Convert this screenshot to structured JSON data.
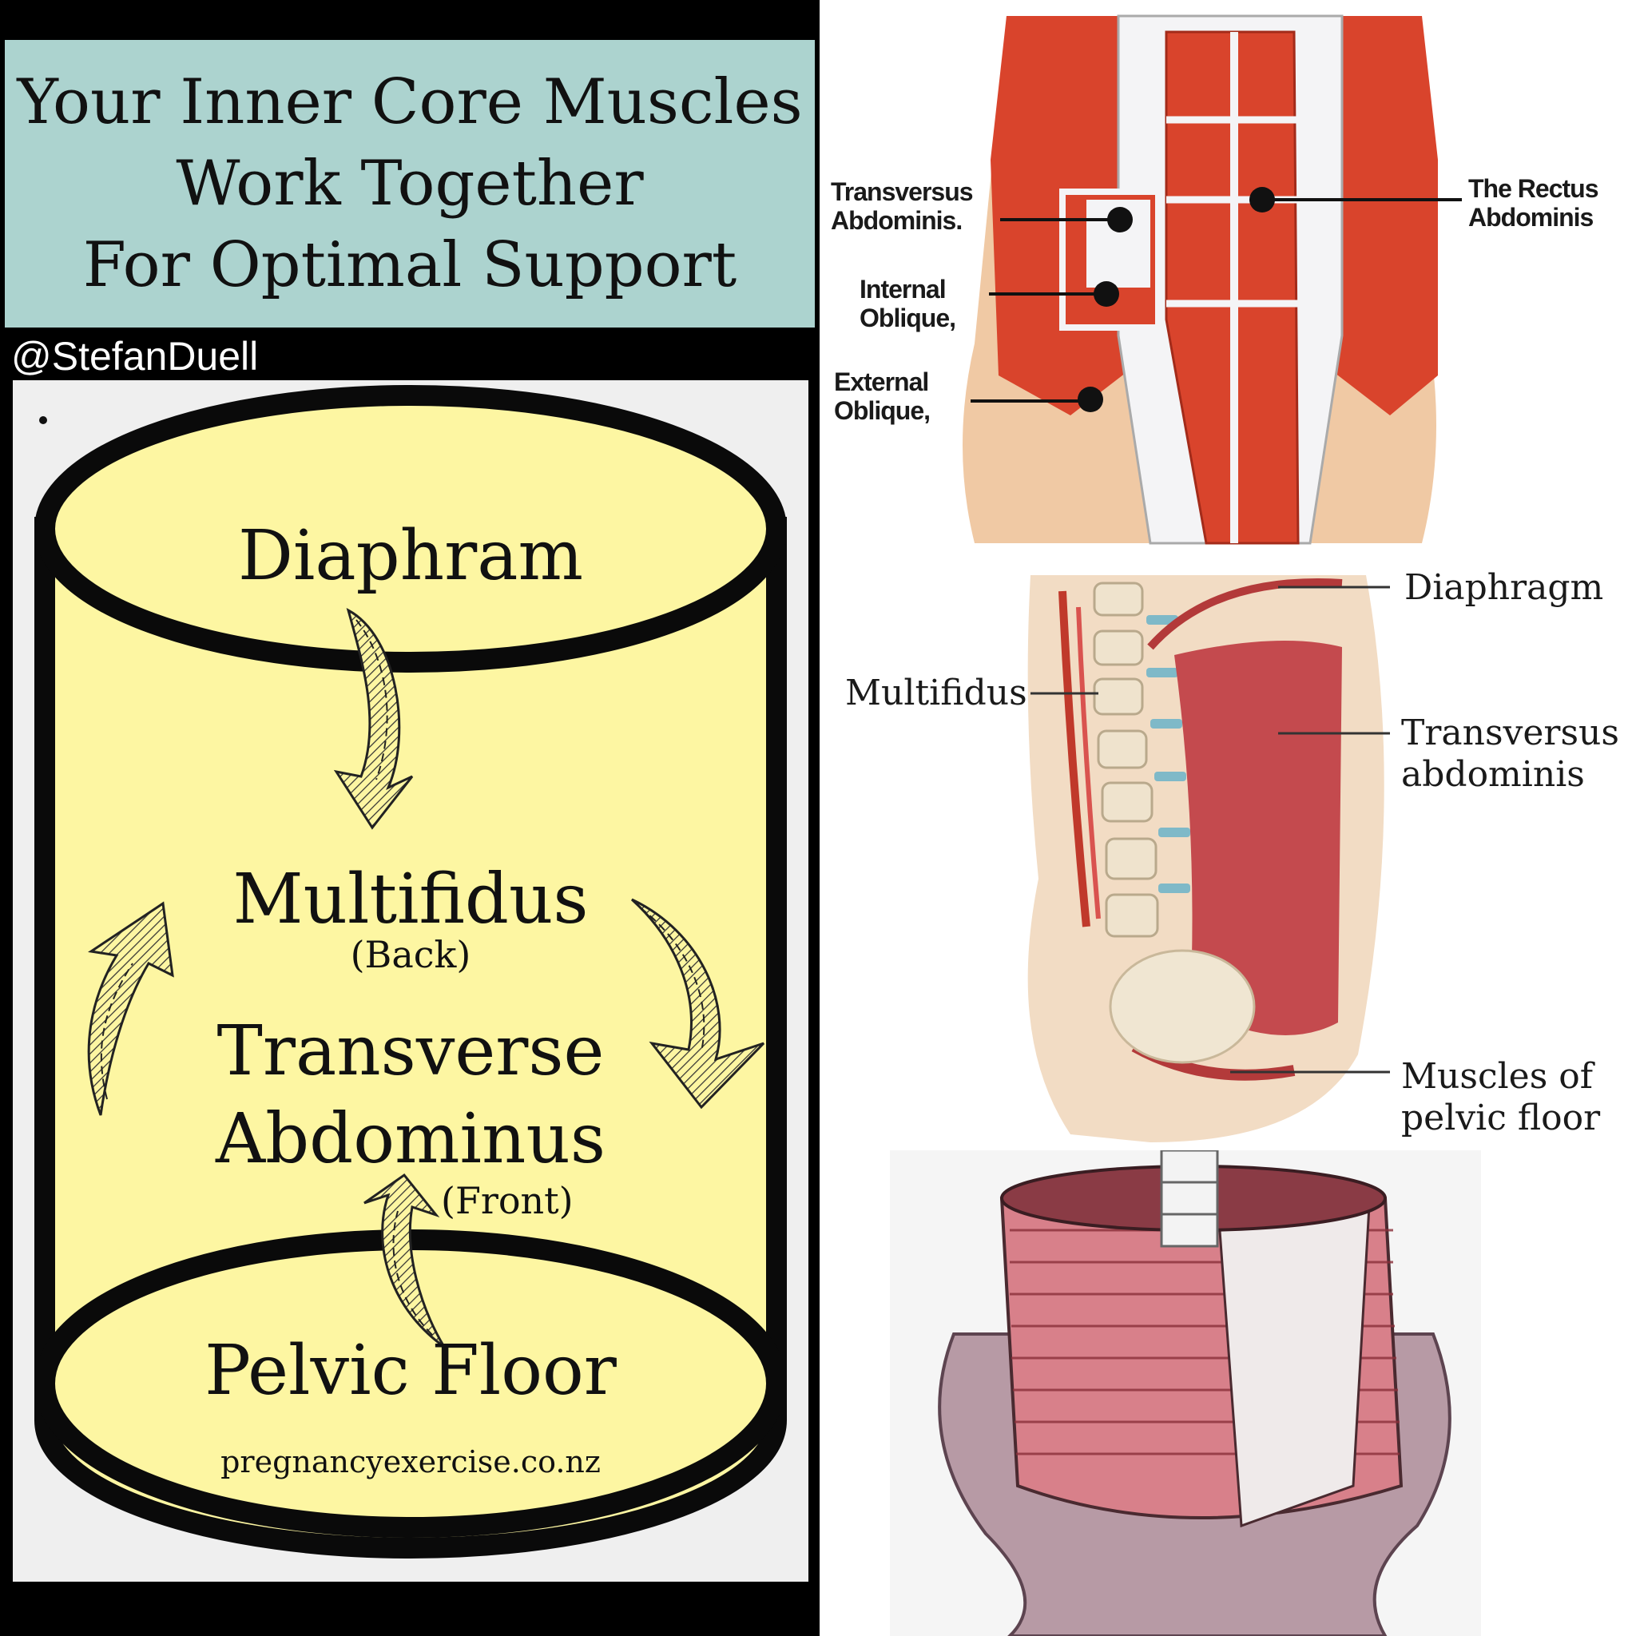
{
  "poster": {
    "title": "Your Inner Core Muscles\nWork Together\nFor Optimal Support",
    "handle": "@StefanDuell"
  },
  "cylinder": {
    "top_label": "Diaphram",
    "middle_label_1": "Multifidus",
    "middle_label_1_sub": "(Back)",
    "middle_label_2_line1": "Transverse",
    "middle_label_2_line2": "Abdominus",
    "middle_label_2_sub": "(Front)",
    "bottom_label": "Pelvic Floor",
    "website": "pregnancyexercise.co.nz",
    "fill_color": "#fdf6a2",
    "outline_color": "#0a0a0a"
  },
  "abdominal_diagram": {
    "labels": {
      "transversus": "Transversus\nAbdominis.",
      "internal": "Internal\nOblique,",
      "external": "External\nOblique,",
      "rectus": "The Rectus\nAbdominis"
    }
  },
  "side_diagram": {
    "labels": {
      "diaphragm": "Diaphragm",
      "multifidus": "Multifidus",
      "transversus": "Transversus\nabdominis",
      "pelvic_floor": "Muscles of\npelvic floor"
    }
  },
  "colors": {
    "title_bg": "#acd3cf",
    "muscle_red": "#d9442c",
    "muscle_dark": "#c44a4e"
  }
}
